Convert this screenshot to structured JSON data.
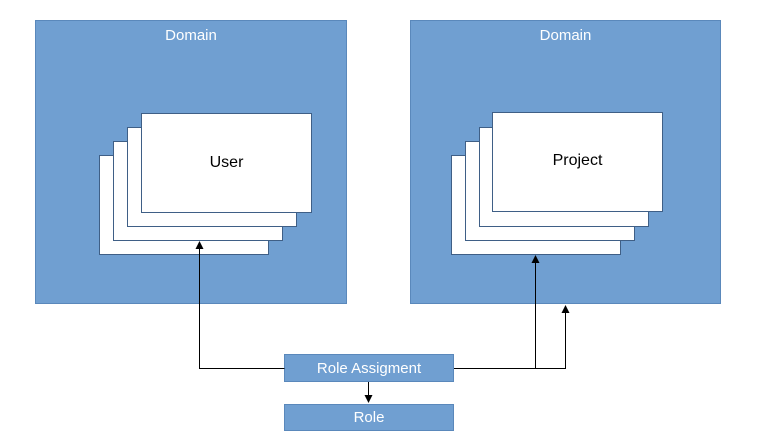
{
  "domains": [
    {
      "title": "Domain",
      "entity": "User"
    },
    {
      "title": "Domain",
      "entity": "Project"
    }
  ],
  "role_assignment": {
    "label": "Role Assigment"
  },
  "role": {
    "label": "Role"
  },
  "colors": {
    "box_fill": "#709fd1",
    "box_border": "#5a88bb",
    "card_fill": "#ffffff",
    "line": "#000000"
  }
}
